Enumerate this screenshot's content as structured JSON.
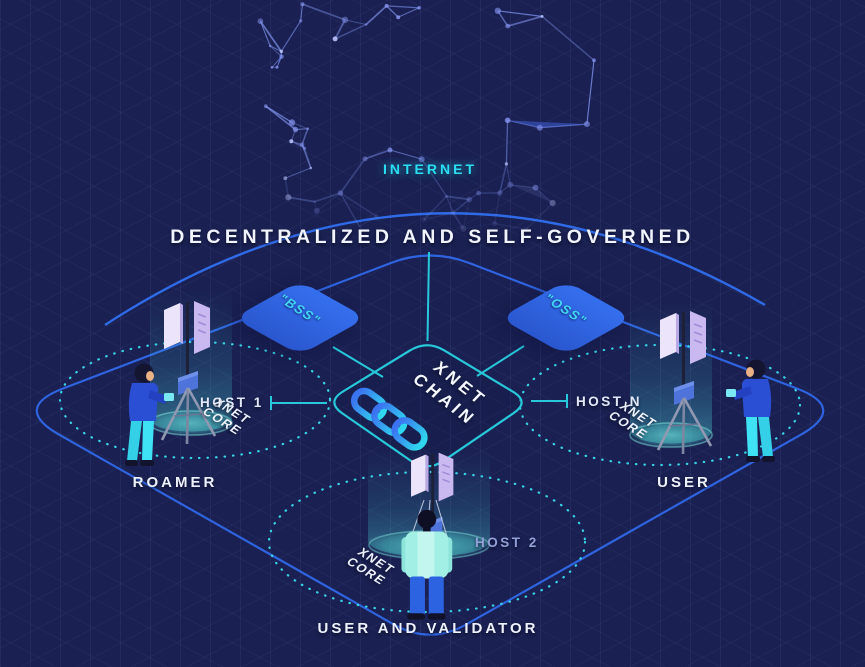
{
  "palette": {
    "background": "#1a2051",
    "grid_line": "#2a3268",
    "accent_cyan": "#2bd8ee",
    "accent_blue": "#2f64e0",
    "panel_blue": "#2f6ae8",
    "text_white": "#eef2fc",
    "host_muted": "#93a0d8",
    "glow_teal": "#3fe0d6"
  },
  "globe": {
    "label": "INTERNET"
  },
  "title": "DECENTRALIZED AND SELF-GOVERNED",
  "center_node": {
    "name_line1": "XNET",
    "name_line2": "CHAIN",
    "icon": "chain-link-icon"
  },
  "side_nodes": {
    "left": {
      "label": "\"BSS\""
    },
    "right": {
      "label": "\"OSS\""
    }
  },
  "hosts": {
    "left": {
      "host_label": "HOST 1",
      "core_line1": "XNET",
      "core_line2": "CORE",
      "role_label": "ROAMER"
    },
    "right": {
      "host_label": "HOST N",
      "core_line1": "XNET",
      "core_line2": "CORE",
      "role_label": "USER"
    },
    "bottom": {
      "host_label": "HOST 2",
      "core_line1": "XNET",
      "core_line2": "CORE",
      "role_label": "USER AND VALIDATOR"
    }
  }
}
